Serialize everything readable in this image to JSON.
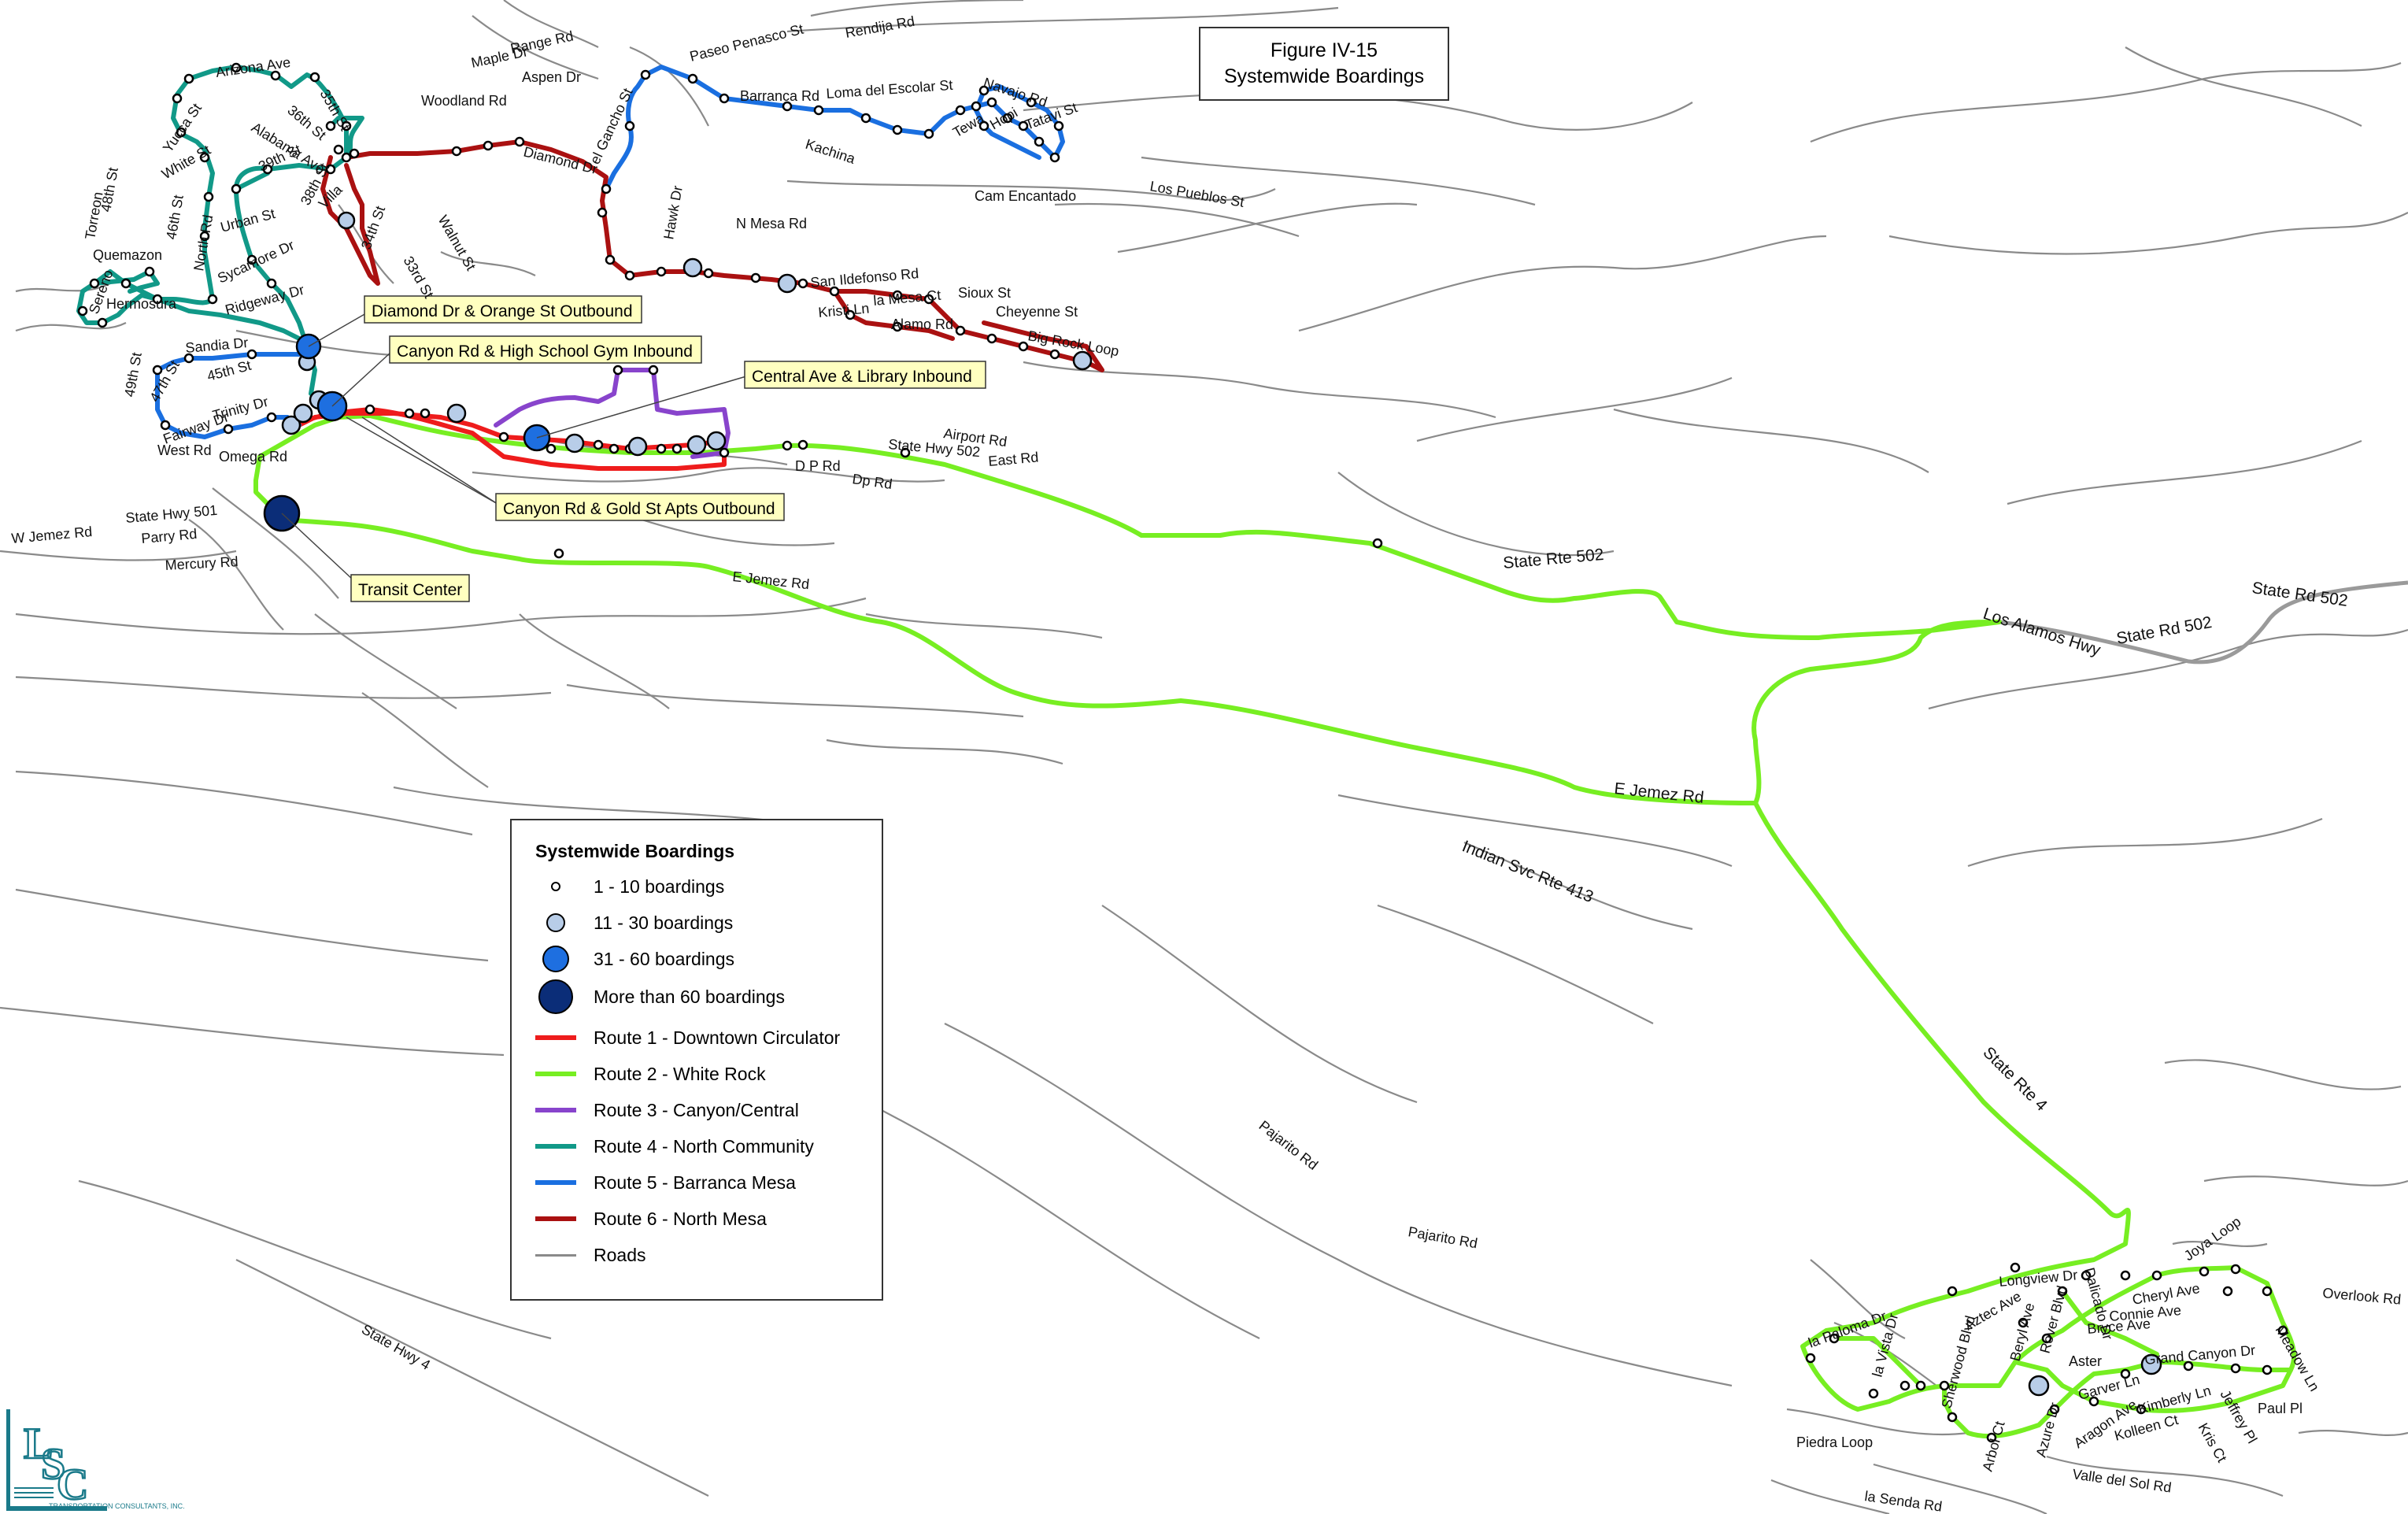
{
  "title": {
    "line1": "Figure IV-15",
    "line2": "Systemwide Boardings"
  },
  "legend": {
    "title": "Systemwide Boardings",
    "boardings": [
      {
        "label": "1 - 10 boardings",
        "class": "small"
      },
      {
        "label": "11 - 30 boardings",
        "class": "medium"
      },
      {
        "label": "31 - 60 boardings",
        "class": "large"
      },
      {
        "label": "More than 60 boardings",
        "class": "xlarge"
      }
    ],
    "routes": [
      {
        "label": "Route 1 - Downtown Circulator",
        "color": "#ee1c1c"
      },
      {
        "label": "Route 2 - White Rock",
        "color": "#77ee22"
      },
      {
        "label": "Route 3 - Canyon/Central",
        "color": "#8844cc"
      },
      {
        "label": "Route 4 - North Community",
        "color": "#119988"
      },
      {
        "label": "Route 5 - Barranca Mesa",
        "color": "#1a6fe0"
      },
      {
        "label": "Route 6 - North Mesa",
        "color": "#aa1111"
      },
      {
        "label": "Roads",
        "color": "#8a8a8a"
      }
    ]
  },
  "callouts": {
    "diamond": "Diamond Dr & Orange St Outbound",
    "canyon_hs": "Canyon Rd & High School Gym Inbound",
    "central_lib": "Central Ave & Library Inbound",
    "canyon_gold": "Canyon Rd & Gold St Apts Outbound",
    "transit": "Transit Center"
  },
  "road_labels": {
    "rendija": "Rendija Rd",
    "range": "Range Rd",
    "maple": "Maple Dr",
    "aspen": "Aspen Dr",
    "arizona": "Arizona Ave",
    "woodland": "Woodland Rd",
    "paseo": "Paseo Penasco St",
    "barranca": "Barranca Rd",
    "loma": "Loma del Escolar St",
    "navajo": "Navajo Rd",
    "kachina": "Kachina",
    "tewa": "Tewa",
    "hopi": "Hopi",
    "tatavi": "Tatavi St",
    "elgancho": "el Gancho St",
    "diamond": "Diamond Dr",
    "alabama": "Alabama Ave",
    "yucca": "Yucca St",
    "white": "White St",
    "st36": "36th St",
    "st35": "35th St",
    "st39": "39th St",
    "st38": "38th St",
    "st48": "48th St",
    "st46": "46th St",
    "st45": "45th St",
    "st49": "49th St",
    "st47": "47th St",
    "villa": "Villa",
    "st34": "34th St",
    "st33": "33rd St",
    "walnut": "Walnut St",
    "north": "North Rd",
    "urban": "Urban St",
    "sycamore": "Sycamore Dr",
    "torreon": "Torreon",
    "quemazon": "Quemazon",
    "sereno": "Sereno",
    "hermosura": "Hermosura",
    "ridgeway": "Ridgeway Dr",
    "sandia": "Sandia Dr",
    "trinity": "Trinity Dr",
    "fairway": "Fairway Dr",
    "west": "West Rd",
    "omega": "Omega Rd",
    "nmesa": "N Mesa Rd",
    "hawk": "Hawk Dr",
    "sanildefonso": "San Ildefonso Rd",
    "lamesa": "la Mesa Ct",
    "kristi": "Kristi Ln",
    "alamo": "Alamo Rd",
    "sioux": "Sioux St",
    "cheyenne": "Cheyenne St",
    "bigrock": "Big Rock Loop",
    "camencantado": "Cam Encantado",
    "lospueblos": "Los Pueblos St",
    "airport": "Airport Rd",
    "hwy502a": "State Hwy 502",
    "east": "East Rd",
    "dpr": "D P Rd",
    "dp": "Dp Rd",
    "hwy501": "State Hwy 501",
    "wjemez": "W Jemez Rd",
    "parry": "Parry Rd",
    "mercury": "Mercury Rd",
    "ejemez1": "E Jemez Rd",
    "rte502": "State Rte 502",
    "lahwy": "Los Alamos Hwy",
    "rd502a": "State Rd 502",
    "rd502b": "State Rd 502",
    "ejemez2": "E Jemez Rd",
    "indian": "Indian Svc Rte 413",
    "rte4": "State Rte 4",
    "pajarito1": "Pajarito Rd",
    "pajarito2": "Pajarito Rd",
    "hwy4": "State Hwy 4",
    "overlook": "Overlook Rd",
    "joya": "Joya Loop",
    "lapaloma": "la Paloma Dr",
    "lavista": "la Vista Dr",
    "sherwood": "Sherwood Blvd",
    "aztec": "Aztec Ave",
    "beryl": "Beryl Ave",
    "rover": "Rover Blvd",
    "longview": "Longview Dr",
    "cheryl": "Cheryl Ave",
    "connie": "Connie Ave",
    "bryce": "Bryce Ave",
    "aster": "Aster",
    "grandcanyon": "Grand Canyon Dr",
    "garver": "Garver Ln",
    "kimberly": "Kimberly Ln",
    "kolleen": "Kolleen Ct",
    "kris": "Kris Ct",
    "paul": "Paul Pl",
    "jeffrey": "Jeffrey Pl",
    "meadow": "Meadow Ln",
    "aragon": "Aragon Ave",
    "azure": "Azure Dr",
    "valle": "Valle del Sol Rd",
    "piedra": "Piedra Loop",
    "arbol": "Arbol Ct",
    "lasenda": "la Senda Rd",
    "dalicado": "Dalicado Dr"
  },
  "logo": {
    "letters": "LSC",
    "name": "TRANSPORTATION CONSULTANTS, INC."
  }
}
